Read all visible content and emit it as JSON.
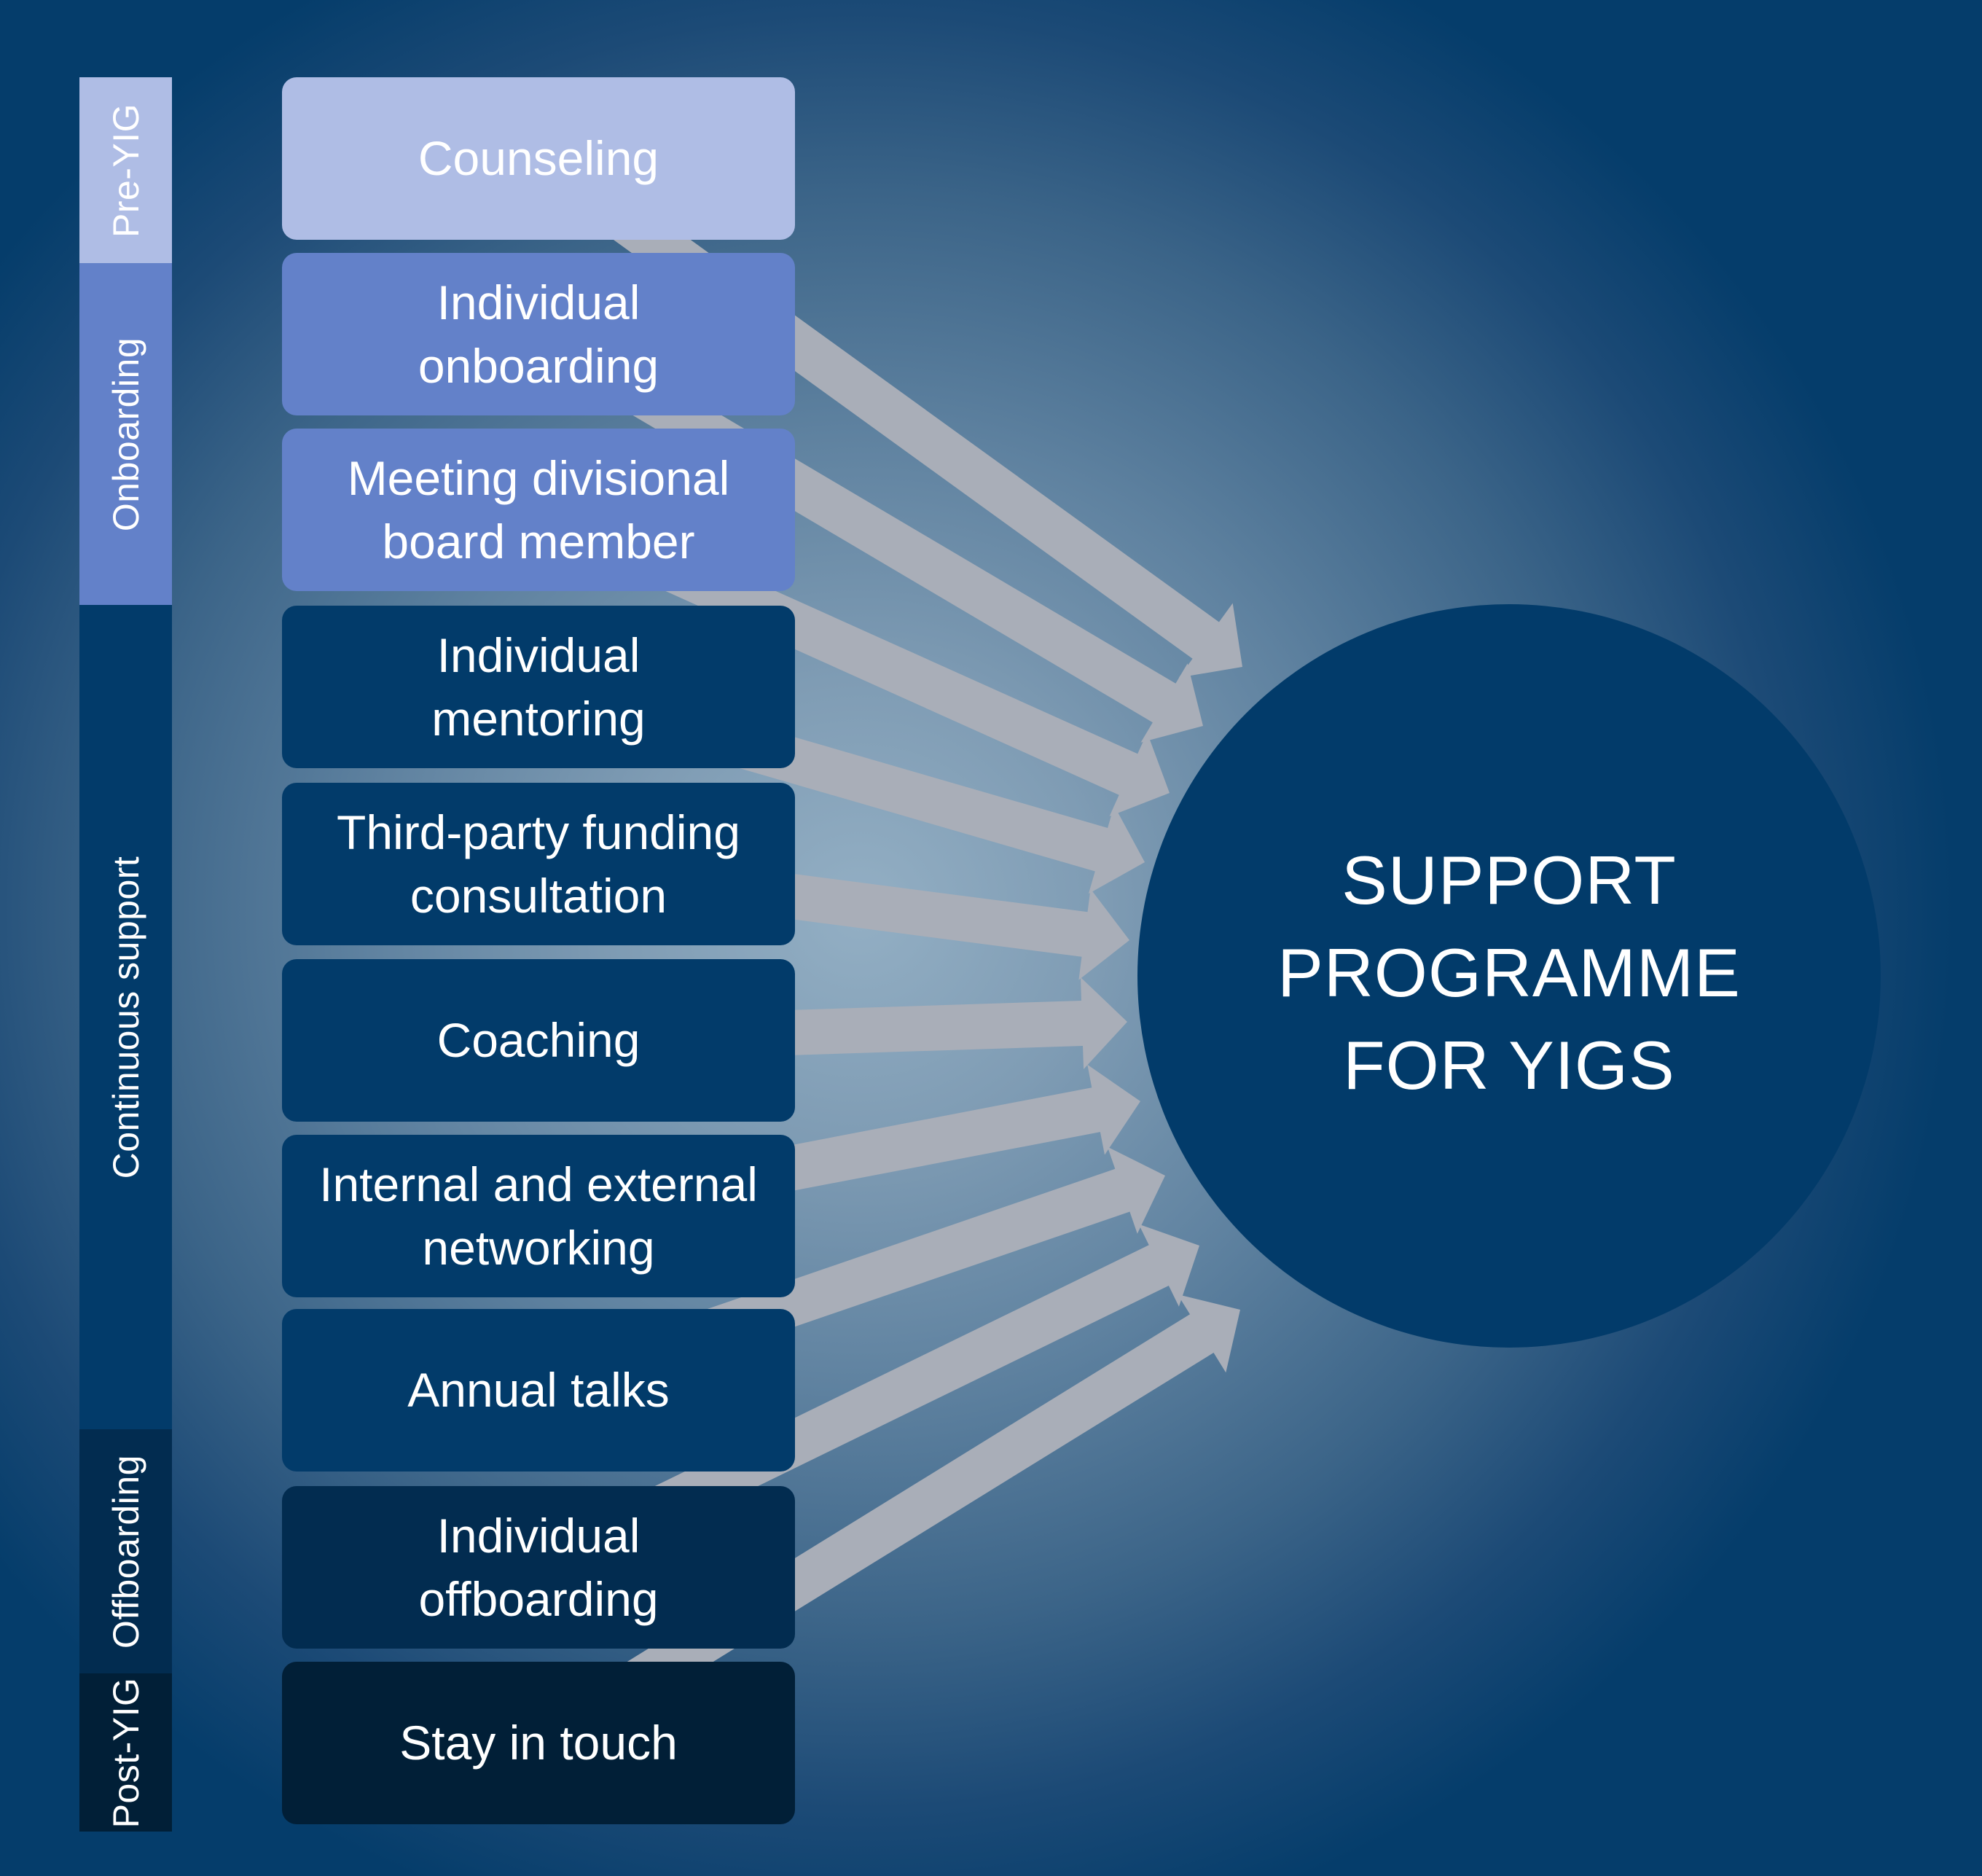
{
  "colors": {
    "arrow": "#a9aeb8",
    "hub": "#023b6a",
    "pre_yig": "#afbde5",
    "onboarding": "#6381c9",
    "continuous": "#023b6a",
    "offboarding": "#022c50",
    "post_yig": "#011f37"
  },
  "phases": [
    {
      "label": "Pre-YIG",
      "color_key": "pre_yig"
    },
    {
      "label": "Onboarding",
      "color_key": "onboarding"
    },
    {
      "label": "Continuous support",
      "color_key": "continuous"
    },
    {
      "label": "Offboarding",
      "color_key": "offboarding"
    },
    {
      "label": "Post-YIG",
      "color_key": "post_yig"
    }
  ],
  "steps": [
    {
      "label": "Counseling",
      "phase": "Pre-YIG",
      "color_key": "pre_yig"
    },
    {
      "label": "Individual\nonboarding",
      "phase": "Onboarding",
      "color_key": "onboarding"
    },
    {
      "label": "Meeting divisional\nboard member",
      "phase": "Onboarding",
      "color_key": "onboarding"
    },
    {
      "label": "Individual\nmentoring",
      "phase": "Continuous support",
      "color_key": "continuous"
    },
    {
      "label": "Third-party funding\nconsultation",
      "phase": "Continuous support",
      "color_key": "continuous"
    },
    {
      "label": "Coaching",
      "phase": "Continuous support",
      "color_key": "continuous"
    },
    {
      "label": "Internal and external\nnetworking",
      "phase": "Continuous support",
      "color_key": "continuous"
    },
    {
      "label": "Annual talks",
      "phase": "Continuous support",
      "color_key": "continuous"
    },
    {
      "label": "Individual\noffboarding",
      "phase": "Offboarding",
      "color_key": "offboarding"
    },
    {
      "label": "Stay in touch",
      "phase": "Post-YIG",
      "color_key": "post_yig"
    }
  ],
  "hub": {
    "title": "SUPPORT\nPROGRAMME\nFOR YIGS"
  },
  "connections": [
    {
      "from": "Counseling",
      "to": "SUPPORT PROGRAMME FOR YIGS"
    },
    {
      "from": "Individual onboarding",
      "to": "SUPPORT PROGRAMME FOR YIGS"
    },
    {
      "from": "Meeting divisional board member",
      "to": "SUPPORT PROGRAMME FOR YIGS"
    },
    {
      "from": "Individual mentoring",
      "to": "SUPPORT PROGRAMME FOR YIGS"
    },
    {
      "from": "Third-party funding consultation",
      "to": "SUPPORT PROGRAMME FOR YIGS"
    },
    {
      "from": "Coaching",
      "to": "SUPPORT PROGRAMME FOR YIGS"
    },
    {
      "from": "Internal and external networking",
      "to": "SUPPORT PROGRAMME FOR YIGS"
    },
    {
      "from": "Annual talks",
      "to": "SUPPORT PROGRAMME FOR YIGS"
    },
    {
      "from": "Individual offboarding",
      "to": "SUPPORT PROGRAMME FOR YIGS"
    },
    {
      "from": "Stay in touch",
      "to": "SUPPORT PROGRAMME FOR YIGS"
    }
  ]
}
